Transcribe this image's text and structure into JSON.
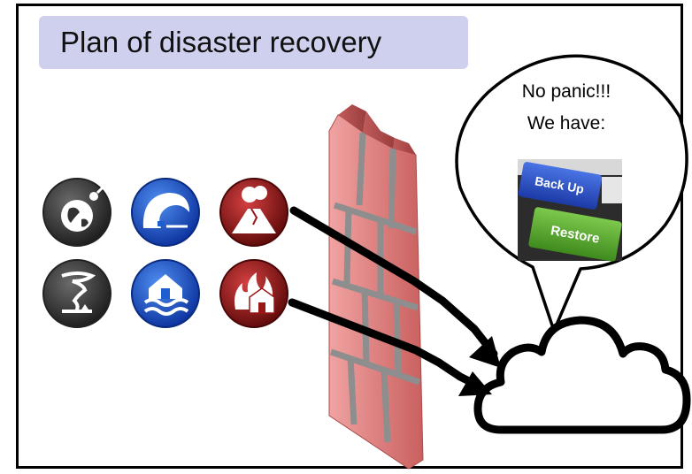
{
  "title": "Plan of disaster recovery",
  "bubble": {
    "line1": "No panic!!!",
    "line2": "We have:"
  },
  "keys": {
    "backup": "Back Up",
    "restore": "Restore"
  },
  "colors": {
    "title_bg": "#cfd0ee",
    "brick": "#d9787a",
    "icon_dark": "#3a3a3a",
    "icon_blue": "#1d5fd1",
    "icon_red": "#9a1616",
    "key_blue": "#2a52c9",
    "key_green": "#5aa832"
  },
  "icons": [
    "meteor-earth-icon",
    "tsunami-icon",
    "volcano-icon",
    "tornado-icon",
    "flood-icon",
    "fire-icon"
  ]
}
